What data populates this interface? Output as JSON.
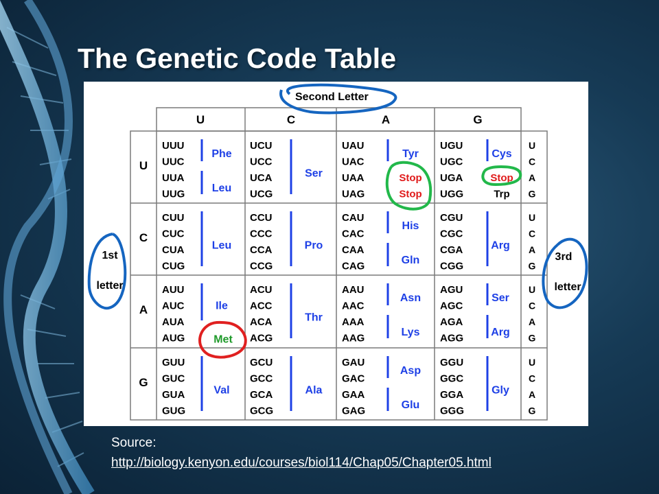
{
  "title": "The Genetic Code Table",
  "annotations": {
    "second_letter": "Second Letter",
    "first_line1": "1st",
    "first_line2": "letter",
    "third_line1": "3rd",
    "third_line2": "letter"
  },
  "second_letter_columns": [
    "U",
    "C",
    "A",
    "G"
  ],
  "first_letter_rows": [
    "U",
    "C",
    "A",
    "G"
  ],
  "third_letters": [
    "U",
    "C",
    "A",
    "G"
  ],
  "cells": [
    [
      {
        "codons": [
          "UUU",
          "UUC",
          "UUA",
          "UUG"
        ],
        "aa": [
          "Phe",
          "Leu"
        ]
      },
      {
        "codons": [
          "UCU",
          "UCC",
          "UCA",
          "UCG"
        ],
        "aa": [
          "Ser"
        ]
      },
      {
        "codons": [
          "UAU",
          "UAC",
          "UAA",
          "UAG"
        ],
        "aa": [
          "Tyr",
          "Stop",
          "Stop"
        ]
      },
      {
        "codons": [
          "UGU",
          "UGC",
          "UGA",
          "UGG"
        ],
        "aa": [
          "Cys",
          "Stop",
          "Trp"
        ]
      }
    ],
    [
      {
        "codons": [
          "CUU",
          "CUC",
          "CUA",
          "CUG"
        ],
        "aa": [
          "Leu"
        ]
      },
      {
        "codons": [
          "CCU",
          "CCC",
          "CCA",
          "CCG"
        ],
        "aa": [
          "Pro"
        ]
      },
      {
        "codons": [
          "CAU",
          "CAC",
          "CAA",
          "CAG"
        ],
        "aa": [
          "His",
          "Gln"
        ]
      },
      {
        "codons": [
          "CGU",
          "CGC",
          "CGA",
          "CGG"
        ],
        "aa": [
          "Arg"
        ]
      }
    ],
    [
      {
        "codons": [
          "AUU",
          "AUC",
          "AUA",
          "AUG"
        ],
        "aa": [
          "Ile",
          "Met"
        ]
      },
      {
        "codons": [
          "ACU",
          "ACC",
          "ACA",
          "ACG"
        ],
        "aa": [
          "Thr"
        ]
      },
      {
        "codons": [
          "AAU",
          "AAC",
          "AAA",
          "AAG"
        ],
        "aa": [
          "Asn",
          "Lys"
        ]
      },
      {
        "codons": [
          "AGU",
          "AGC",
          "AGA",
          "AGG"
        ],
        "aa": [
          "Ser",
          "Arg"
        ]
      }
    ],
    [
      {
        "codons": [
          "GUU",
          "GUC",
          "GUA",
          "GUG"
        ],
        "aa": [
          "Val"
        ]
      },
      {
        "codons": [
          "GCU",
          "GCC",
          "GCA",
          "GCG"
        ],
        "aa": [
          "Ala"
        ]
      },
      {
        "codons": [
          "GAU",
          "GAC",
          "GAA",
          "GAG"
        ],
        "aa": [
          "Asp",
          "Glu"
        ]
      },
      {
        "codons": [
          "GGU",
          "GGC",
          "GGA",
          "GGG"
        ],
        "aa": [
          "Gly"
        ]
      }
    ]
  ],
  "source": {
    "label": "Source:",
    "url": "http://biology.kenyon.edu/courses/biol114/Chap05/Chapter05.html"
  },
  "colors": {
    "amino_acid": "#1e40e6",
    "stop": "#e01a1a",
    "start": "#1f9a2a",
    "circle_blue": "#1565c0",
    "circle_red": "#e02020",
    "circle_green": "#22b84a"
  }
}
